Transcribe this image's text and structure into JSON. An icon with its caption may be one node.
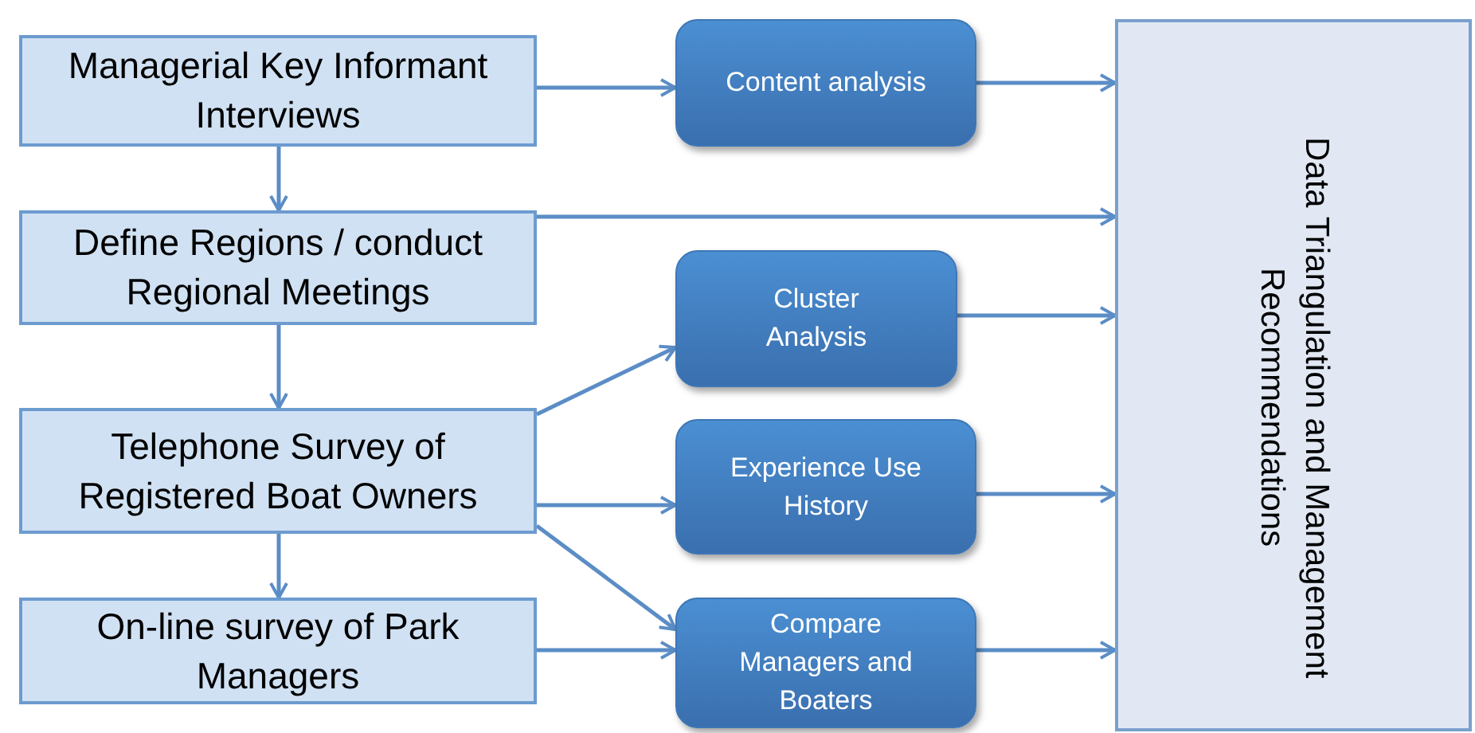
{
  "diagram": {
    "nodes": [
      {
        "text": [
          "Managerial Key Informant Interviews"
        ]
      },
      {
        "text": [
          "Define Regions / conduct Regional Meetings"
        ]
      },
      {
        "text": [
          "Telephone Survey of Registered Boat Owners"
        ]
      },
      {
        "text": [
          "On-line survey of Park Managers"
        ]
      },
      {
        "text": [
          "Content analysis"
        ]
      },
      {
        "text": [
          "Cluster Analysis"
        ]
      },
      {
        "text": [
          "Experience Use History"
        ]
      },
      {
        "text": [
          "Compare Managers and Boaters"
        ]
      },
      {
        "text": [
          "Data Triangulation and Management Recommendations"
        ]
      }
    ],
    "edges": [
      {
        "from": 0,
        "to": 4,
        "arrow": "to"
      },
      {
        "from": 4,
        "to": 8,
        "arrow": "to"
      },
      {
        "from": 0,
        "to": 1,
        "arrow": "to"
      },
      {
        "from": 1,
        "to": 8,
        "arrow": "to"
      },
      {
        "from": 1,
        "to": 2,
        "arrow": "to"
      },
      {
        "from": 5,
        "to": 8,
        "arrow": "to"
      },
      {
        "from": 2,
        "to": 5,
        "arrow": "to"
      },
      {
        "from": 2,
        "to": 6,
        "arrow": "to"
      },
      {
        "from": 2,
        "to": 7,
        "arrow": "to"
      },
      {
        "from": 2,
        "to": 3,
        "arrow": "to"
      },
      {
        "from": 6,
        "to": 8,
        "arrow": "to"
      },
      {
        "from": 3,
        "to": 7,
        "arrow": "to"
      },
      {
        "from": 7,
        "to": 8,
        "arrow": "to"
      }
    ]
  }
}
